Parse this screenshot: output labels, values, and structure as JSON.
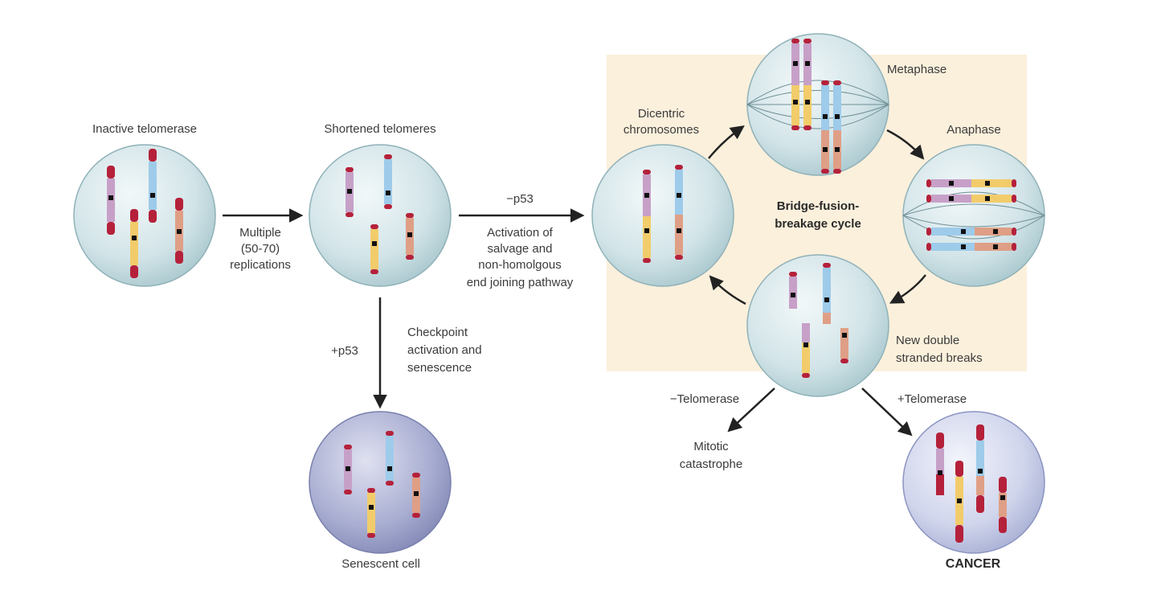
{
  "labels": {
    "inactive_telomerase": "Inactive telomerase",
    "shortened_telomeres": "Shortened telomeres",
    "multiple_replications": [
      "Multiple",
      "(50-70)",
      "replications"
    ],
    "minus_p53": "−p53",
    "activation_pathway": [
      "Activation of",
      "salvage and",
      "non-homolgous",
      "end joining pathway"
    ],
    "plus_p53": "+p53",
    "checkpoint": [
      "Checkpoint",
      "activation and",
      "senescence"
    ],
    "senescent_cell": "Senescent cell",
    "dicentric": [
      "Dicentric",
      "chromosomes"
    ],
    "metaphase": "Metaphase",
    "anaphase": "Anaphase",
    "bridge_cycle": [
      "Bridge-fusion-",
      "breakage cycle"
    ],
    "new_breaks": [
      "New double",
      "stranded breaks"
    ],
    "minus_telomerase": "−Telomerase",
    "plus_telomerase": "+Telomerase",
    "mitotic_catastrophe": [
      "Mitotic",
      "catastrophe"
    ],
    "cancer": "CANCER"
  },
  "colors": {
    "cell_fill": "#cfe2e6",
    "senescent_fill": "#a3a8cf",
    "cancer_fill": "#cdd3ea",
    "cycle_box": "#fbf0dc",
    "telomere": "#b5213a",
    "purple": "#c7a0c8",
    "blue": "#9ecbea",
    "yellow": "#f2cc6b",
    "orange": "#df9f86",
    "arrow": "#222222"
  }
}
